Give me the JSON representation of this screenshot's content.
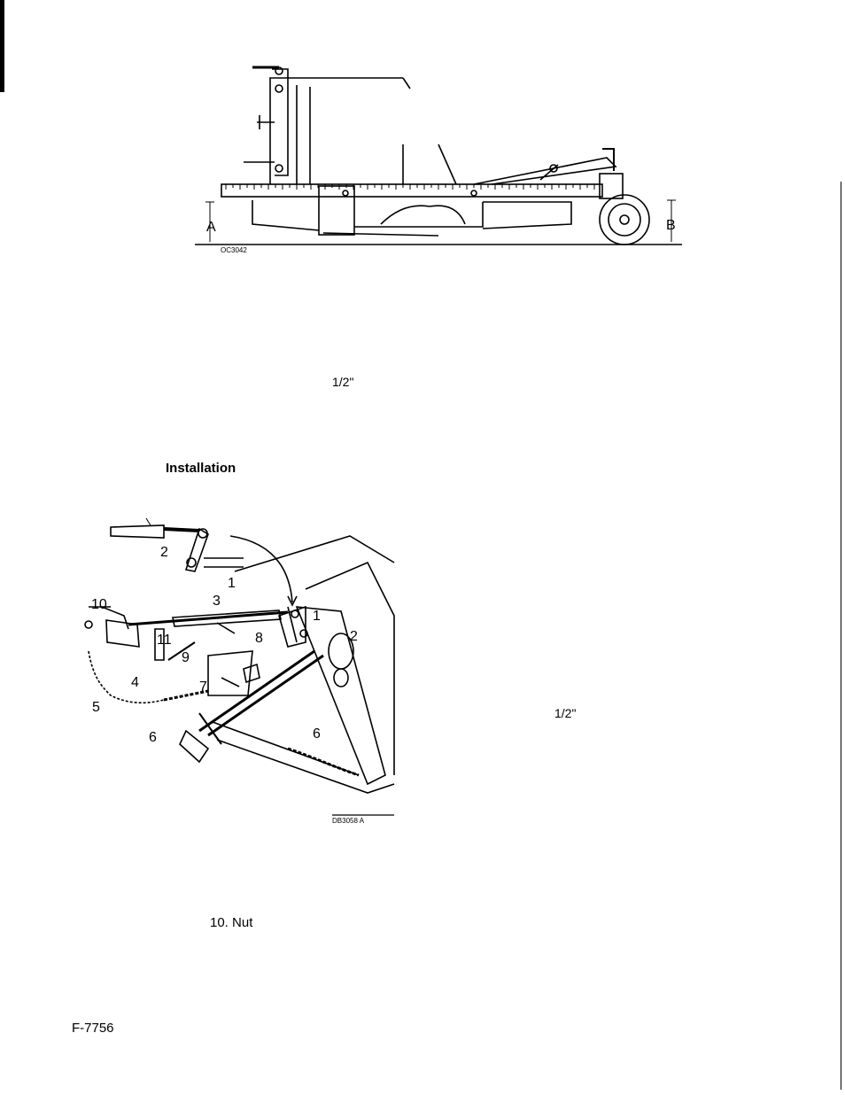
{
  "figure_top": {
    "caption_code": "OC3042",
    "label_a": "A",
    "label_b": "B"
  },
  "text_fraction_1": "1/2\"",
  "section_heading": "Installation",
  "figure_bottom": {
    "caption_code": "DB3058 A",
    "callouts": [
      "1",
      "2",
      "3",
      "1",
      "2",
      "10",
      "11",
      "9",
      "8",
      "4",
      "7",
      "5",
      "6",
      "6"
    ]
  },
  "text_fraction_2": "1/2\"",
  "legend_item_10": "10.  Nut",
  "footer_code": "F-7756"
}
